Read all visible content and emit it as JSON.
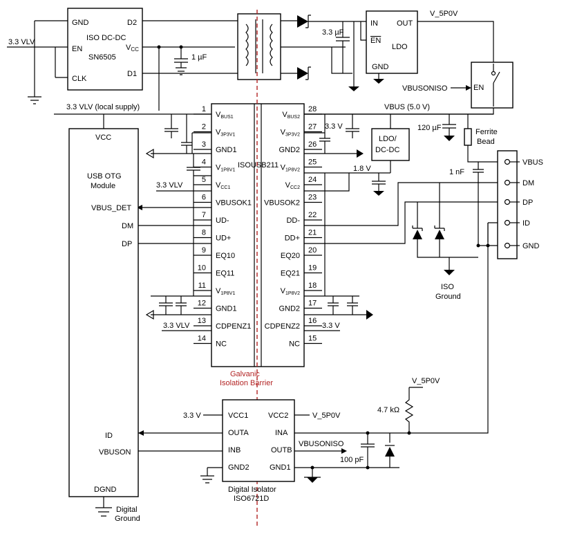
{
  "iso_dcdc": {
    "title": "ISO DC-DC",
    "part": "SN6505",
    "pins": {
      "gnd": "GND",
      "en": "EN",
      "clk": "CLK",
      "d2": "D2",
      "vcc": "V",
      "vcc_sub": "CC",
      "d1": "D1"
    }
  },
  "supply_3v3": "3.3 VLV",
  "supply_local": "3.3 VLV (local supply)",
  "cap_3u3": "3.3 µF",
  "cap_1u": "1 µF",
  "ldo": {
    "in": "IN",
    "en": "EN",
    "out": "OUT",
    "label": "LDO",
    "gnd": "GND"
  },
  "v5p0v": "V_5P0V",
  "vbusoniso": "VBUSONISO",
  "switch_en": "EN",
  "usb_module": {
    "vcc": "VCC",
    "title_1": "USB OTG",
    "title_2": "Module",
    "vbus_det": "VBUS_DET",
    "dm": "DM",
    "dp": "DP",
    "id": "ID",
    "vbuson": "VBUSON",
    "dgnd": "DGND",
    "ground_1": "Digital",
    "ground_2": "Ground"
  },
  "isousb": {
    "part": "ISOUSB211",
    "left_pins": [
      {
        "num": "1",
        "name": "V",
        "sub": "BUS1"
      },
      {
        "num": "2",
        "name": "V",
        "sub": "3P3V1"
      },
      {
        "num": "3",
        "name": "GND1",
        "sub": ""
      },
      {
        "num": "4",
        "name": "V",
        "sub": "1P8V1"
      },
      {
        "num": "5",
        "name": "V",
        "sub": "CC1"
      },
      {
        "num": "6",
        "name": "VBUSOK1",
        "sub": ""
      },
      {
        "num": "7",
        "name": "UD-",
        "sub": ""
      },
      {
        "num": "8",
        "name": "UD+",
        "sub": ""
      },
      {
        "num": "9",
        "name": "EQ10",
        "sub": ""
      },
      {
        "num": "10",
        "name": "EQ11",
        "sub": ""
      },
      {
        "num": "11",
        "name": "V",
        "sub": "1P8V1"
      },
      {
        "num": "12",
        "name": "GND1",
        "sub": ""
      },
      {
        "num": "13",
        "name": "CDPENZ1",
        "sub": ""
      },
      {
        "num": "14",
        "name": "NC",
        "sub": ""
      }
    ],
    "right_pins": [
      {
        "num": "28",
        "name": "V",
        "sub": "BUS2"
      },
      {
        "num": "27",
        "name": "V",
        "sub": "3P3V2"
      },
      {
        "num": "26",
        "name": "GND2",
        "sub": ""
      },
      {
        "num": "25",
        "name": "V",
        "sub": "1P8V2"
      },
      {
        "num": "24",
        "name": "V",
        "sub": "CC2"
      },
      {
        "num": "23",
        "name": "VBUSOK2",
        "sub": ""
      },
      {
        "num": "22",
        "name": "DD-",
        "sub": ""
      },
      {
        "num": "21",
        "name": "DD+",
        "sub": ""
      },
      {
        "num": "20",
        "name": "EQ20",
        "sub": ""
      },
      {
        "num": "19",
        "name": "EQ21",
        "sub": ""
      },
      {
        "num": "18",
        "name": "V",
        "sub": "1P8V2"
      },
      {
        "num": "17",
        "name": "GND2",
        "sub": ""
      },
      {
        "num": "16",
        "name": "CDPENZ2",
        "sub": ""
      },
      {
        "num": "15",
        "name": "NC",
        "sub": ""
      }
    ]
  },
  "vcc1_supply": "3.3 VLV",
  "cdpenz1_supply": "3.3 VLV",
  "v3p3_right": "3.3 V",
  "v1p8": "1.8 V",
  "cdpenz2_supply": "3.3 V",
  "vbus_net": "VBUS (5.0 V)",
  "ldo_dcdc_1": "LDO/",
  "ldo_dcdc_2": "DC-DC",
  "cap_120u": "120 µF",
  "ferrite_1": "Ferrite",
  "ferrite_2": "Bead",
  "cap_1n": "1 nF",
  "connector": [
    "VBUS",
    "DM",
    "DP",
    "ID",
    "GND"
  ],
  "iso_ground_1": "ISO",
  "iso_ground_2": "Ground",
  "barrier_1": "Galvanic",
  "barrier_2": "Isolation Barrier",
  "digital_iso": {
    "vcc1": "VCC1",
    "outa": "OUTA",
    "inb": "INB",
    "gnd2": "GND2",
    "vcc2": "VCC2",
    "ina": "INA",
    "outb": "OUTB",
    "gnd1": "GND1",
    "title": "Digital Isolator",
    "part": "ISO6721D"
  },
  "di_vcc1_supply": "3.3 V",
  "di_vcc2_supply": "V_5P0V",
  "di_outb_net": "VBUSONISO",
  "pullup_supply": "V_5P0V",
  "res_4k7": "4.7 kΩ",
  "cap_100p": "100 pF",
  "colors": {
    "barrier": "#b22222",
    "ink": "#000000"
  }
}
